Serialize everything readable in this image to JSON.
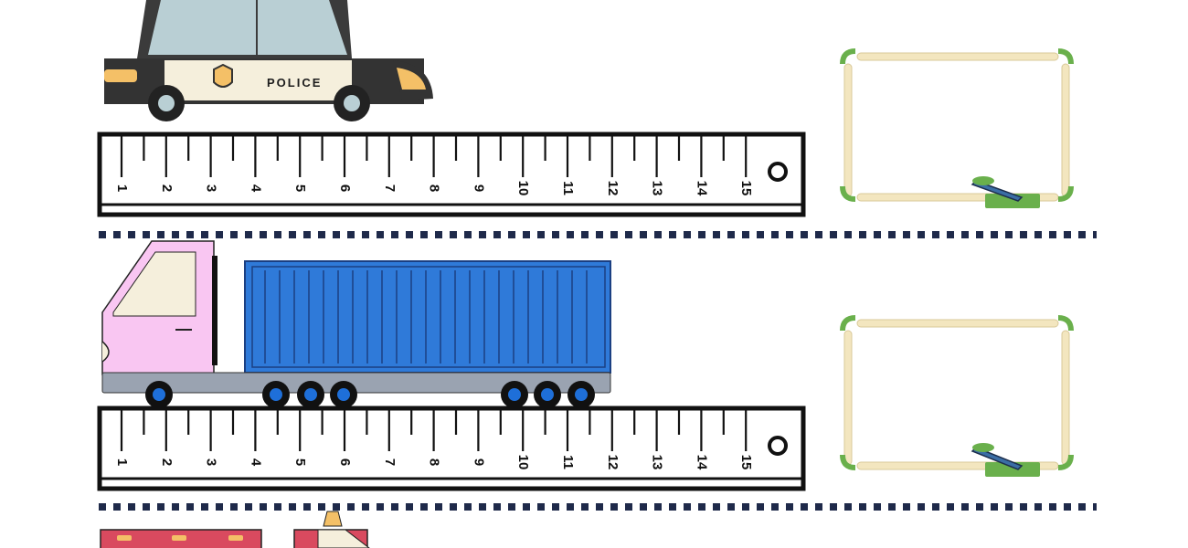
{
  "worksheet": {
    "rows": [
      {
        "vehicle": "police-car",
        "car_label": "POLICE"
      },
      {
        "vehicle": "container-truck"
      },
      {
        "vehicle": "fire-truck"
      }
    ],
    "ruler": {
      "numbers": [
        "1",
        "2",
        "3",
        "4",
        "5",
        "6",
        "7",
        "8",
        "9",
        "10",
        "11",
        "12",
        "13",
        "14",
        "15"
      ]
    }
  },
  "colors": {
    "police_roof": "#3b3b3b",
    "police_glass": "#b9cfd4",
    "police_body": "#f5efdc",
    "police_light": "#f4c067",
    "truck_cab": "#f9c6f2",
    "container_blue": "#2f7ad9",
    "chassis": "#9aa3b1",
    "wheel_hub": "#1e6fd9",
    "fire_red": "#d94a5f",
    "frame_stick": "#f3e6bf",
    "frame_corner": "#6ab04c",
    "divider": "#1f2a4a"
  }
}
